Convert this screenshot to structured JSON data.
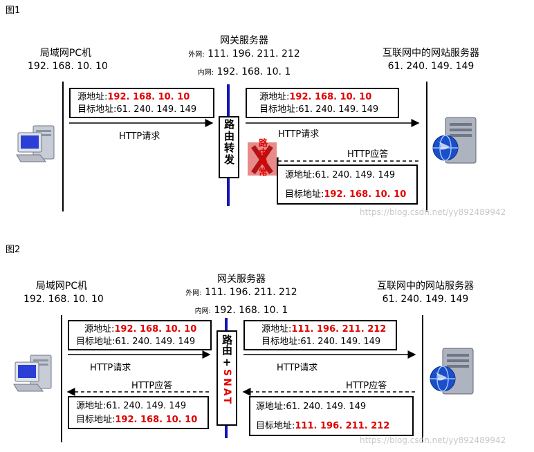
{
  "fig1": {
    "label": "图1",
    "lan_pc": {
      "title": "局域网PC机",
      "ip": "192. 168. 10. 10"
    },
    "gateway": {
      "title": "网关服务器",
      "outer_label": "外网:",
      "outer_ip": "111. 196. 211. 212",
      "inner_label": "内网:",
      "inner_ip": "192. 168. 10. 1"
    },
    "web_server": {
      "title": "互联网中的网站服务器",
      "ip": "61. 240. 149. 149"
    },
    "left_request_box": {
      "src_label": "源地址:",
      "src_value": "192. 168. 10. 10",
      "dst_label": "目标地址:",
      "dst_value": "61. 240. 149. 149"
    },
    "right_request_box": {
      "src_label": "源地址:",
      "src_value": "192. 168. 10. 10",
      "dst_label": "目标地址:",
      "dst_value": "61. 240. 149. 149"
    },
    "response_box": {
      "src_label": "源地址:",
      "src_value": "61. 240. 149. 149",
      "dst_label": "目标地址:",
      "dst_value": "192. 168. 10. 10"
    },
    "http_request_left": "HTTP请求",
    "http_request_right": "HTTP请求",
    "http_response": "HTTP应答",
    "router_label": "路由转发",
    "routing_error": "路由异常",
    "watermark": "https://blog.csdn.net/yy892489942"
  },
  "fig2": {
    "label": "图2",
    "lan_pc": {
      "title": "局域网PC机",
      "ip": "192. 168. 10. 10"
    },
    "gateway": {
      "title": "网关服务器",
      "outer_label": "外网:",
      "outer_ip": "111. 196. 211. 212",
      "inner_label": "内网:",
      "inner_ip": "192. 168. 10. 1"
    },
    "web_server": {
      "title": "互联网中的网站服务器",
      "ip": "61. 240. 149. 149"
    },
    "left_request_box": {
      "src_label": "源地址:",
      "src_value": "192. 168. 10. 10",
      "dst_label": "目标地址:",
      "dst_value": "61. 240. 149. 149"
    },
    "right_request_box": {
      "src_label": "源地址:",
      "src_value": "111. 196. 211. 212",
      "dst_label": "目标地址:",
      "dst_value": "61. 240. 149. 149"
    },
    "right_response_box": {
      "src_label": "源地址:",
      "src_value": "61. 240. 149. 149",
      "dst_label": "目标地址:",
      "dst_value": "111. 196. 211. 212"
    },
    "left_response_box": {
      "src_label": "源地址:",
      "src_value": "61. 240. 149. 149",
      "dst_label": "目标地址:",
      "dst_value": "192. 168. 10. 10"
    },
    "http_request_left": "HTTP请求",
    "http_request_right": "HTTP请求",
    "http_response_left": "HTTP应答",
    "http_response_right": "HTTP应答",
    "router_top": "路由",
    "router_plus": "+",
    "router_snat": "SNAT",
    "watermark": "https://blog.csdn.net/yy892489942"
  },
  "colors": {
    "highlight": "#e00000",
    "gateway_line": "#1515b5",
    "error_bg": "#e88a8a",
    "error_x": "#b01515"
  },
  "icons": [
    "desktop-pc-icon",
    "web-server-globe-icon"
  ]
}
